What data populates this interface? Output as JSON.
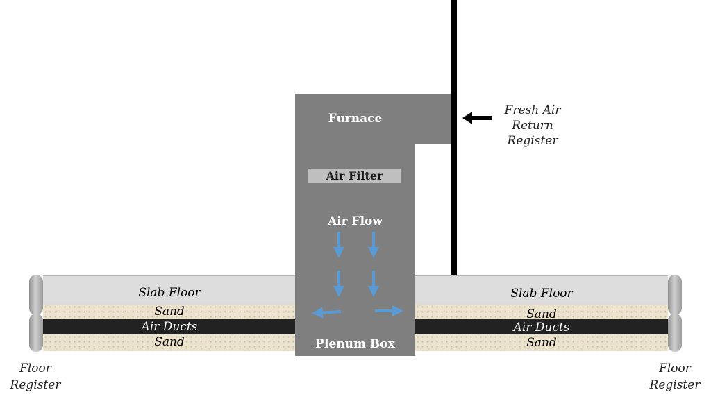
{
  "labels": {
    "furnace": "Furnace",
    "air_filter": "Air Filter",
    "air_flow": "Air Flow",
    "plenum_box": "Plenum Box",
    "fresh_air": [
      "Fresh Air",
      "Return",
      "Register"
    ],
    "left": {
      "slab": "Slab Floor",
      "sand_top": "Sand",
      "ducts": "Air Ducts",
      "sand_bottom": "Sand"
    },
    "right": {
      "slab": "Slab Floor",
      "sand_top": "Sand",
      "ducts": "Air Ducts",
      "sand_bottom": "Sand"
    },
    "floor_register_left": [
      "Floor",
      "Register"
    ],
    "floor_register_right": [
      "Floor",
      "Register"
    ]
  },
  "colors": {
    "furnace_gray": "#7f7f7f",
    "slab": "#dcdcdc",
    "ducts": "#222222",
    "sand": "#ece3cf",
    "arrow_blue": "#5b9bd5",
    "filter": "#bfbfbf",
    "return_pipe": "#000000"
  }
}
